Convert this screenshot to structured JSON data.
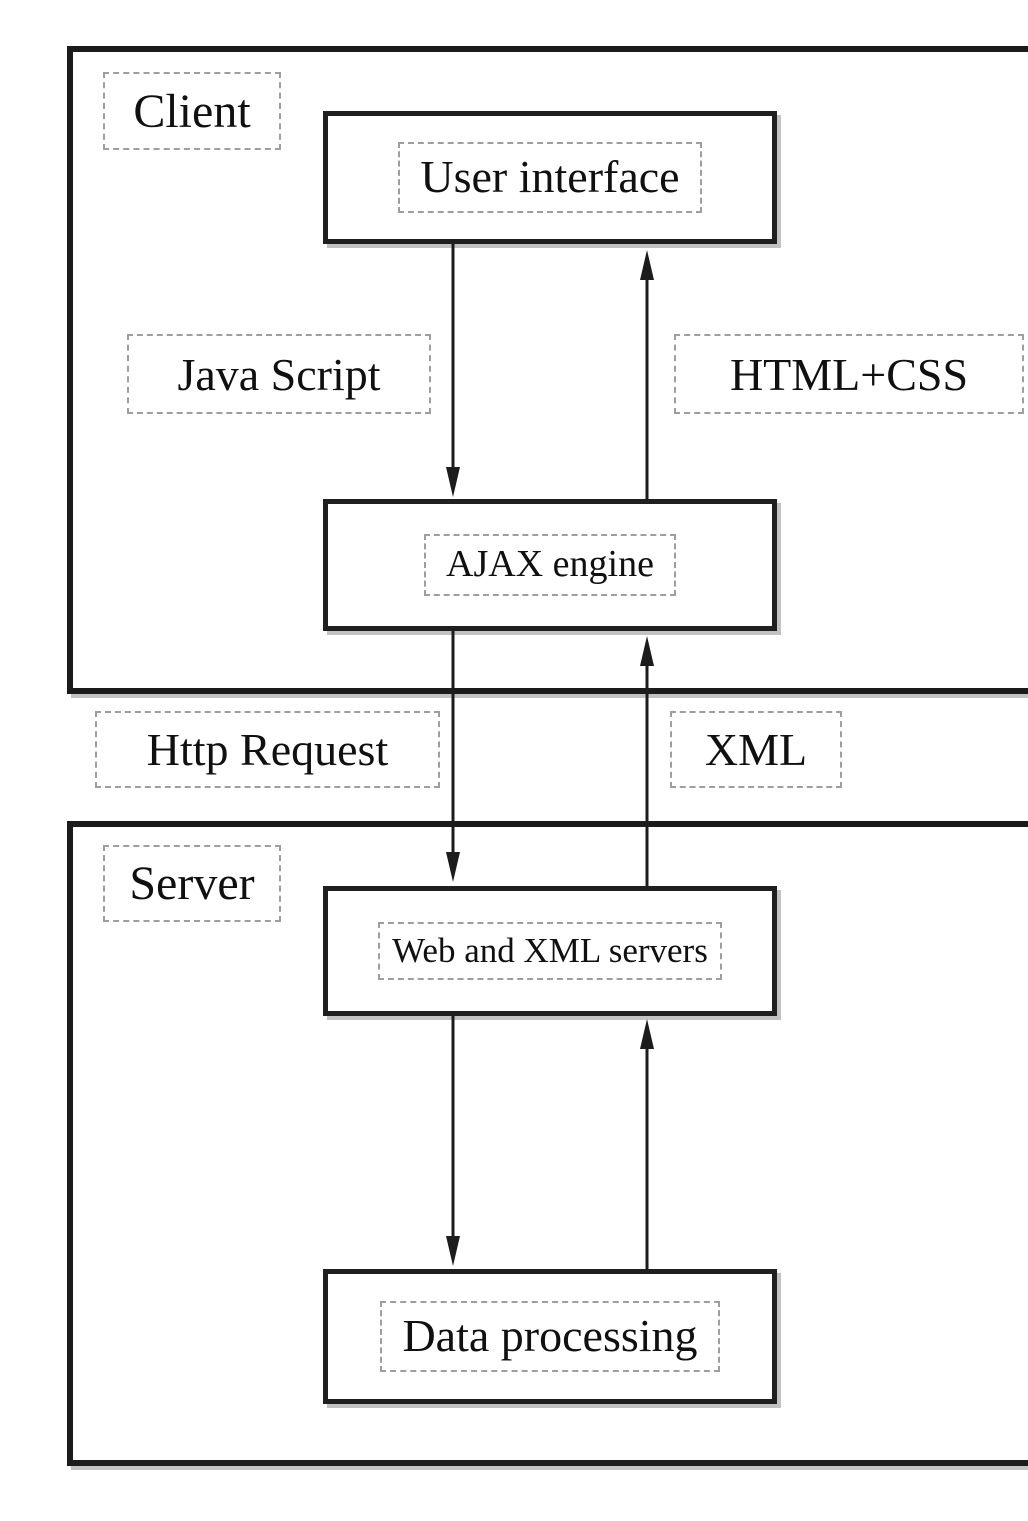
{
  "client": {
    "label": "Client",
    "nodes": {
      "user_interface": "User interface",
      "ajax_engine": "AJAX engine"
    },
    "edge_labels": {
      "down": "Java Script",
      "up": "HTML+CSS"
    }
  },
  "transport": {
    "request": "Http Request",
    "response": "XML"
  },
  "server": {
    "label": "Server",
    "nodes": {
      "web_xml_servers": "Web and XML servers",
      "data_processing": "Data processing"
    }
  },
  "colors": {
    "box_border": "#1b1b1b",
    "dashed_border": "#9e9e9e",
    "text": "#101010",
    "arrow": "#1c1c1c",
    "background": "#ffffff"
  }
}
